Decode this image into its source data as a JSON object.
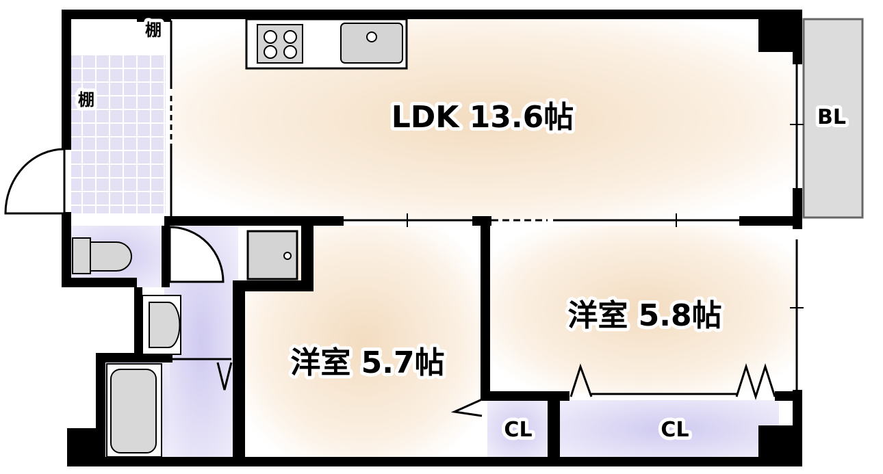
{
  "rooms": {
    "ldk": "LDK 13.6帖",
    "western_a": "洋室 5.8帖",
    "western_b": "洋室 5.7帖",
    "balcony": "BL",
    "closet_small": "CL",
    "closet_large": "CL",
    "shelf_top": "棚",
    "shelf_side": "棚"
  },
  "colors": {
    "wall": "#000000",
    "room_warm": "#f5e6d2",
    "wet_area": "#d6d3f2",
    "fixture_gray": "#d8d8d8",
    "tile_lavender": "#e6e3f6"
  },
  "fixtures": [
    "stove-icon",
    "sink-icon",
    "toilet-icon",
    "washbasin-icon",
    "bathtub-icon",
    "washer-icon"
  ]
}
